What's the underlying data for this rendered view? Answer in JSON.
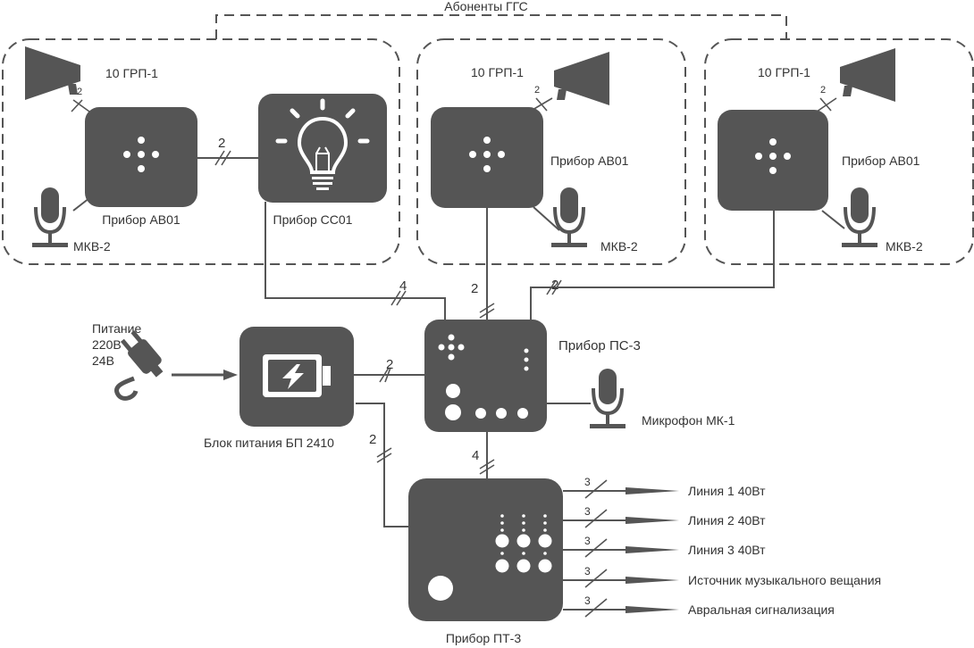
{
  "colors": {
    "device": "#555555",
    "line": "#555555",
    "text": "#333333",
    "background": "#ffffff"
  },
  "group_label": "Абоненты ГГС",
  "devices": {
    "ab01_left": "Прибор АВ01",
    "cc01": "Прибор СС01",
    "ab01_mid": "Прибор АВ01",
    "ab01_right": "Прибор АВ01",
    "ps3": "Прибор ПС-3",
    "pt3": "Прибор ПТ-3",
    "bp": "Блок питания БП 2410"
  },
  "speakers": {
    "left": "10 ГРП-1",
    "mid": "10 ГРП-1",
    "right": "10 ГРП-1"
  },
  "mics": {
    "left": "МКВ-2",
    "mid": "МКВ-2",
    "right": "МКВ-2",
    "ps3": "Микрофон МК-1"
  },
  "power": {
    "line1": "Питание",
    "line2": "220В",
    "line3": "24В"
  },
  "wire_counts": {
    "spk_left": "2",
    "spk_mid": "2",
    "spk_right": "2",
    "ab_cc": "2",
    "cc_ps": "4",
    "mid_ps": "2",
    "right_ps": "2",
    "bp_ps": "2",
    "bp_pt": "2",
    "ps_pt": "4"
  },
  "outputs": [
    {
      "count": "3",
      "label": "Линия 1 40Вт"
    },
    {
      "count": "3",
      "label": "Линия 2 40Вт"
    },
    {
      "count": "3",
      "label": "Линия 3 40Вт"
    },
    {
      "count": "3",
      "label": "Источник музыкального вещания"
    },
    {
      "count": "3",
      "label": "Авральная сигнализация"
    }
  ],
  "icons": {
    "speaker": "loudspeaker-icon",
    "microphone": "microphone-icon",
    "bulb": "light-bulb-icon",
    "battery": "battery-charging-icon",
    "plug": "power-plug-icon"
  }
}
